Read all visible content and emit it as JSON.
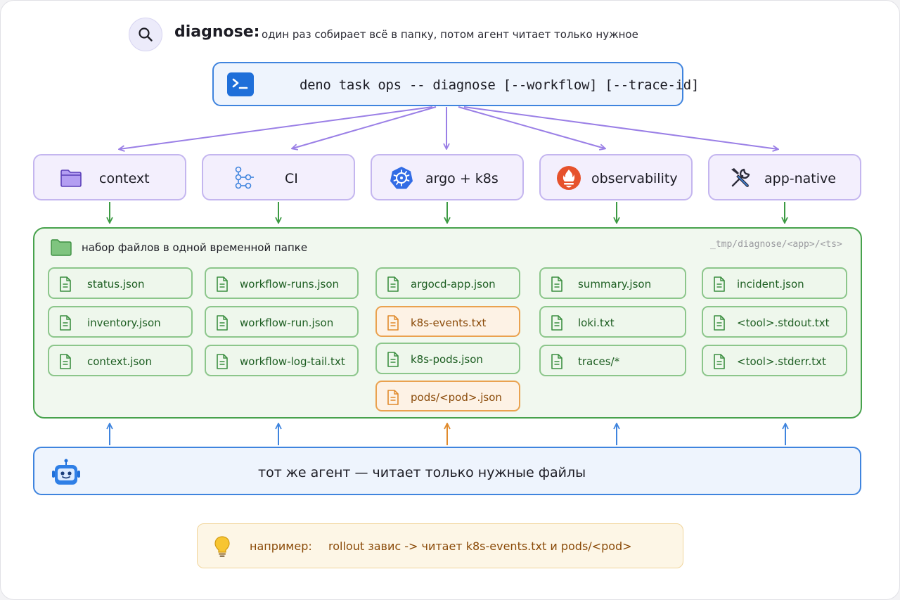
{
  "header": {
    "title": "diagnose:",
    "subtitle": "один раз собирает всё в папку, потом агент читает только нужное",
    "search_icon": "search-icon"
  },
  "command": {
    "icon": "terminal-icon",
    "text": "deno task ops -- diagnose [--workflow] [--trace-id]"
  },
  "sources": [
    {
      "label": "context",
      "icon": "folder-icon"
    },
    {
      "label": "CI",
      "icon": "workflow-icon"
    },
    {
      "label": "argo + k8s",
      "icon": "kubernetes-icon"
    },
    {
      "label": "observability",
      "icon": "prometheus-icon"
    },
    {
      "label": "app-native",
      "icon": "tools-icon"
    }
  ],
  "files_panel": {
    "title": "набор файлов в одной временной папке",
    "path": "_tmp/diagnose/<app>/<ts>",
    "columns": [
      [
        "status.json",
        "inventory.json",
        "context.json"
      ],
      [
        "workflow-runs.json",
        "workflow-run.json",
        "workflow-log-tail.txt"
      ],
      [
        "argocd-app.json",
        "k8s-events.txt",
        "k8s-pods.json",
        "pods/<pod>.json"
      ],
      [
        "summary.json",
        "loki.txt",
        "traces/*"
      ],
      [
        "incident.json",
        "<tool>.stdout.txt",
        "<tool>.stderr.txt"
      ]
    ],
    "highlighted": [
      "k8s-events.txt",
      "pods/<pod>.json"
    ]
  },
  "agent": {
    "icon": "robot-icon",
    "label": "тот же агент — читает только нужные файлы"
  },
  "example": {
    "icon": "lightbulb-icon",
    "label": "например:",
    "text": "rollout завис -> читает k8s-events.txt и pods/<pod>"
  },
  "colors": {
    "blue": "#3f84de",
    "purple": "#9a7fe6",
    "green": "#47a24c",
    "orange": "#e08a2c"
  }
}
